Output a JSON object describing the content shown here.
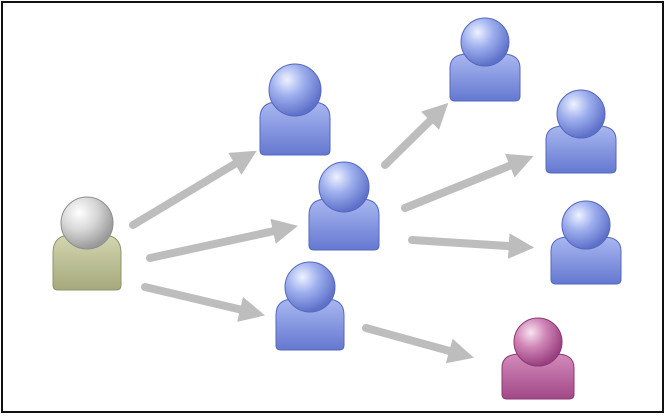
{
  "diagram": {
    "colors": {
      "source": "#b9bd93",
      "source_head": "#cfcfcf",
      "node": "#8c9ee8",
      "node_dark": "#5e71c9",
      "highlight": "#c06aa3",
      "highlight_dark": "#9a3f7f",
      "arrow": "#bdbdbd",
      "frame": "#111111"
    },
    "nodes": [
      {
        "id": "source",
        "role": "origin",
        "icon": "person-icon",
        "color": "source"
      },
      {
        "id": "top-middle",
        "role": "recipient",
        "icon": "person-icon",
        "color": "node"
      },
      {
        "id": "center",
        "role": "recipient",
        "icon": "person-icon",
        "color": "node"
      },
      {
        "id": "bottom-middle",
        "role": "recipient",
        "icon": "person-icon",
        "color": "node"
      },
      {
        "id": "top-right",
        "role": "recipient",
        "icon": "person-icon",
        "color": "node"
      },
      {
        "id": "right-upper",
        "role": "recipient",
        "icon": "person-icon",
        "color": "node"
      },
      {
        "id": "right-lower",
        "role": "recipient",
        "icon": "person-icon",
        "color": "node"
      },
      {
        "id": "bottom-right",
        "role": "highlighted-recipient",
        "icon": "person-icon",
        "color": "highlight"
      }
    ],
    "edges": [
      {
        "from": "source",
        "to": "top-middle"
      },
      {
        "from": "source",
        "to": "center"
      },
      {
        "from": "source",
        "to": "bottom-middle"
      },
      {
        "from": "center",
        "to": "top-right"
      },
      {
        "from": "center",
        "to": "right-upper"
      },
      {
        "from": "center",
        "to": "right-lower"
      },
      {
        "from": "bottom-middle",
        "to": "bottom-right"
      }
    ]
  }
}
